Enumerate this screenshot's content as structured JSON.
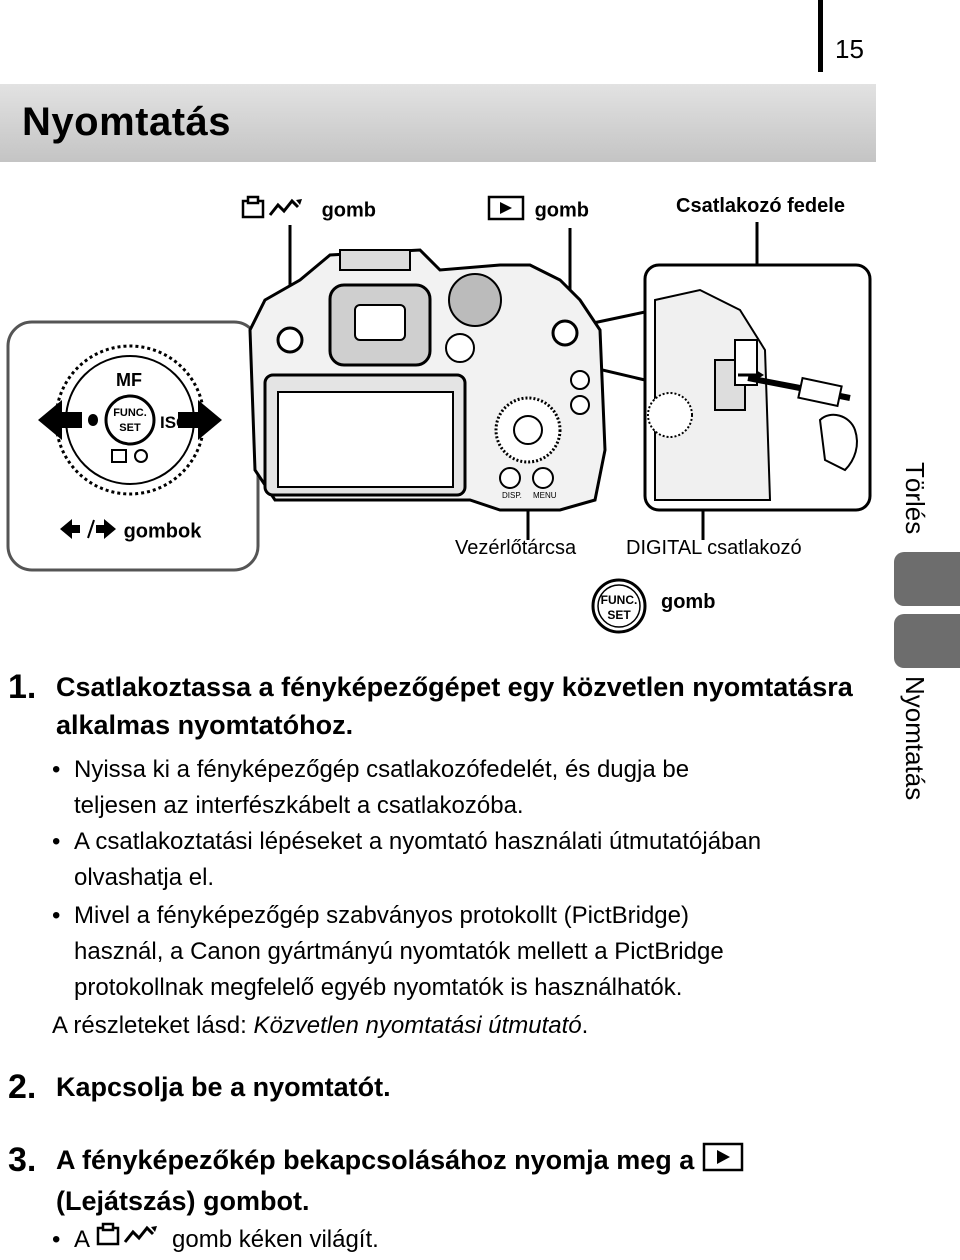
{
  "page": {
    "number": "15",
    "title": "Nyomtatás"
  },
  "sidebar": {
    "tab_top": "Törlés",
    "tab_bottom": "Nyomtatás"
  },
  "illustration": {
    "print_share_label": "gomb",
    "play_label": "gomb",
    "connector_cover_label": "Csatlakozó fedele",
    "arrows_label": "gombok",
    "control_dial_label": "Vezérlőtárcsa",
    "digital_terminal_label": "DIGITAL csatlakozó",
    "func_set_label": "gomb",
    "dial_mf": "MF",
    "dial_func": "FUNC.",
    "dial_set": "SET",
    "dial_iso": "ISO",
    "func_icon_top": "FUNC.",
    "func_icon_bottom": "SET",
    "cam_disp": "DISP.",
    "cam_menu": "MENU"
  },
  "steps": [
    {
      "num": "1.",
      "text": "Csatlakoztassa a fényképezőgépet egy közvetlen nyomtatásra alkalmas nyomtatóhoz."
    },
    {
      "num": "2.",
      "text": "Kapcsolja be a nyomtatót."
    },
    {
      "num": "3.",
      "text_line1": "A fényképezőkép bekapcsolásához nyomja meg a",
      "text_line2": "(Lejátszás) gombot."
    }
  ],
  "step1_bullets": [
    {
      "line1": "Nyissa ki a fényképezőgép csatlakozófedelét, és dugja be",
      "line2": "teljesen az interfészkábelt a csatlakozóba."
    },
    {
      "line1": "A csatlakoztatási lépéseket a nyomtató használati útmutatójában",
      "line2": "olvashatja el."
    },
    {
      "line1": "Mivel a fényképezőgép szabványos protokollt (PictBridge)",
      "line2": "használ, a Canon gyártmányú nyomtatók mellett a PictBridge",
      "line3": "protokollnak megfelelő egyéb nyomtatók is használhatók."
    }
  ],
  "step1_note": {
    "prefix": "A részleteket lásd: ",
    "italic": "Közvetlen nyomtatási útmutató",
    "suffix": "."
  },
  "step3_bullet": {
    "prefix": "A",
    "suffix": "gomb kéken világít."
  }
}
